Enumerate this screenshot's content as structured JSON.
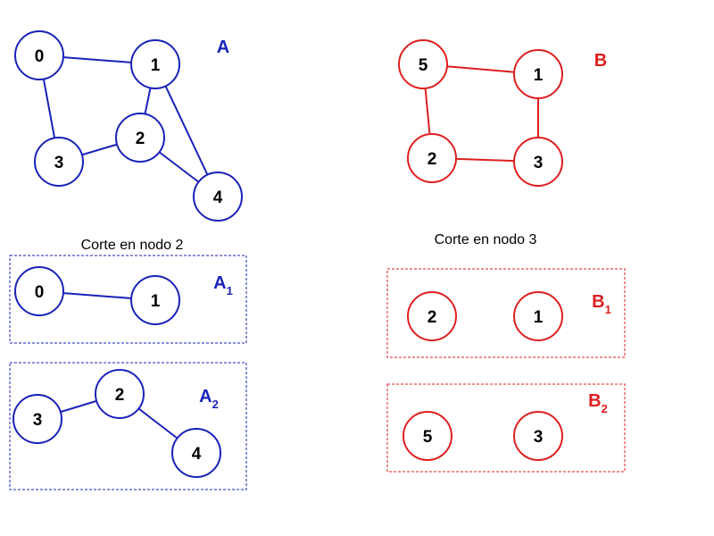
{
  "colors": {
    "graph_a": "#1a22b8",
    "graph_b": "#dd1f1f",
    "caption": "#000000"
  },
  "captions": {
    "cut_a": "Corte en nodo 2",
    "cut_b": "Corte en nodo 3"
  },
  "graphs": {
    "A": {
      "title": "A",
      "subscript": "",
      "nodes": [
        "0",
        "1",
        "2",
        "3",
        "4"
      ],
      "edges": [
        [
          "0",
          "1"
        ],
        [
          "0",
          "3"
        ],
        [
          "1",
          "2"
        ],
        [
          "1",
          "4"
        ],
        [
          "2",
          "3"
        ],
        [
          "2",
          "4"
        ]
      ]
    },
    "A1": {
      "title": "A",
      "subscript": "1",
      "nodes": [
        "0",
        "1"
      ],
      "edges": [
        [
          "0",
          "1"
        ]
      ]
    },
    "A2": {
      "title": "A",
      "subscript": "2",
      "nodes": [
        "3",
        "2",
        "4"
      ],
      "edges": [
        [
          "3",
          "2"
        ],
        [
          "2",
          "4"
        ]
      ]
    },
    "B": {
      "title": "B",
      "subscript": "",
      "nodes": [
        "5",
        "1",
        "2",
        "3"
      ],
      "edges": [
        [
          "5",
          "1"
        ],
        [
          "5",
          "2"
        ],
        [
          "1",
          "3"
        ],
        [
          "2",
          "3"
        ]
      ]
    },
    "B1": {
      "title": "B",
      "subscript": "1",
      "nodes": [
        "2",
        "1"
      ],
      "edges": []
    },
    "B2": {
      "title": "B",
      "subscript": "2",
      "nodes": [
        "5",
        "3"
      ],
      "edges": []
    }
  }
}
